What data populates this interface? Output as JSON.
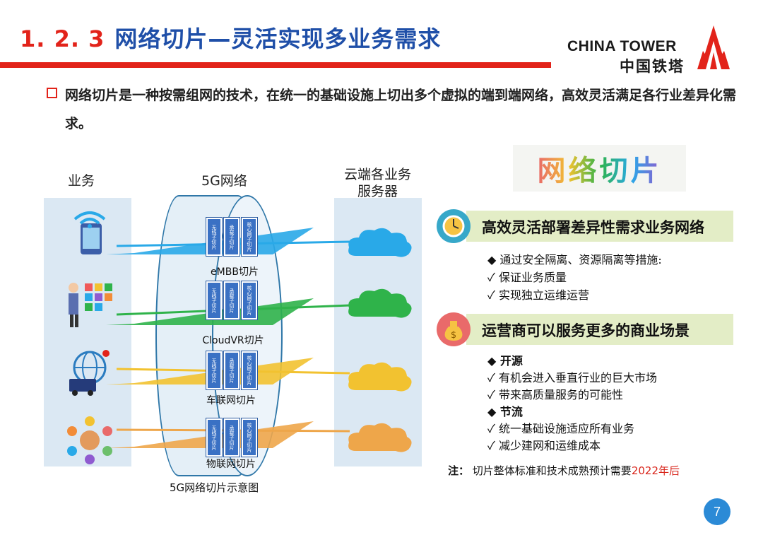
{
  "header": {
    "section_number": "1. 2. 3",
    "title": "网络切片—灵活实现多业务需求",
    "brand_en": "CHINA TOWER",
    "brand_cn": "中国铁塔",
    "logo_icon": "china-tower-logo",
    "accent_color": "#e2231a",
    "title_color": "#1f4fa8"
  },
  "intro": {
    "bullet_icon": "hollow-square-bullet",
    "text": "网络切片是一种按需组网的技术，在统一的基础设施上切出多个虚拟的端到端网络，高效灵活满足各行业差异化需求。"
  },
  "diagram": {
    "col_business": "业务",
    "col_5g": "5G网络",
    "col_cloud_line1": "云端各业务",
    "col_cloud_line2": "服务器",
    "caption": "5G网络切片示意图",
    "chip_labels": [
      "无线子切片",
      "承载子切片",
      "核心网子切片"
    ],
    "slices": [
      {
        "label": "eMBB切片",
        "color": "#29a9e8",
        "business_icon": "smartphone-wifi-icon"
      },
      {
        "label": "CloudVR切片",
        "color": "#2fb34a",
        "business_icon": "vr-user-apps-icon"
      },
      {
        "label": "车联网切片",
        "color": "#f2c230",
        "business_icon": "connected-vehicle-icon"
      },
      {
        "label": "物联网切片",
        "color": "#eea64a",
        "business_icon": "iot-devices-icon"
      }
    ],
    "cloud_icon": "cloud-icon"
  },
  "right": {
    "wordart": "网络切片",
    "section1": {
      "icon": "clock-icon",
      "title": "高效灵活部署差异性需求业务网络",
      "items": [
        {
          "marker": "◆",
          "text": "通过安全隔离、资源隔离等措施:",
          "bold": false
        },
        {
          "marker": "✓",
          "text": "保证业务质量",
          "bold": false
        },
        {
          "marker": "✓",
          "text": "实现独立运维运营",
          "bold": false
        }
      ]
    },
    "section2": {
      "icon": "money-bag-icon",
      "title": "运营商可以服务更多的商业场景",
      "items": [
        {
          "marker": "◆",
          "text": "开源",
          "bold": true
        },
        {
          "marker": "✓",
          "text": "有机会进入垂直行业的巨大市场",
          "bold": false
        },
        {
          "marker": "✓",
          "text": "带来高质量服务的可能性",
          "bold": false
        },
        {
          "marker": "◆",
          "text": "节流",
          "bold": true
        },
        {
          "marker": "✓",
          "text": "统一基础设施适应所有业务",
          "bold": false
        },
        {
          "marker": "✓",
          "text": "减少建网和运维成本",
          "bold": false
        }
      ]
    },
    "note_prefix": "注：",
    "note_text": "切片整体标准和技术成熟预计需要",
    "note_highlight": "2022年后"
  },
  "page_number": "7"
}
